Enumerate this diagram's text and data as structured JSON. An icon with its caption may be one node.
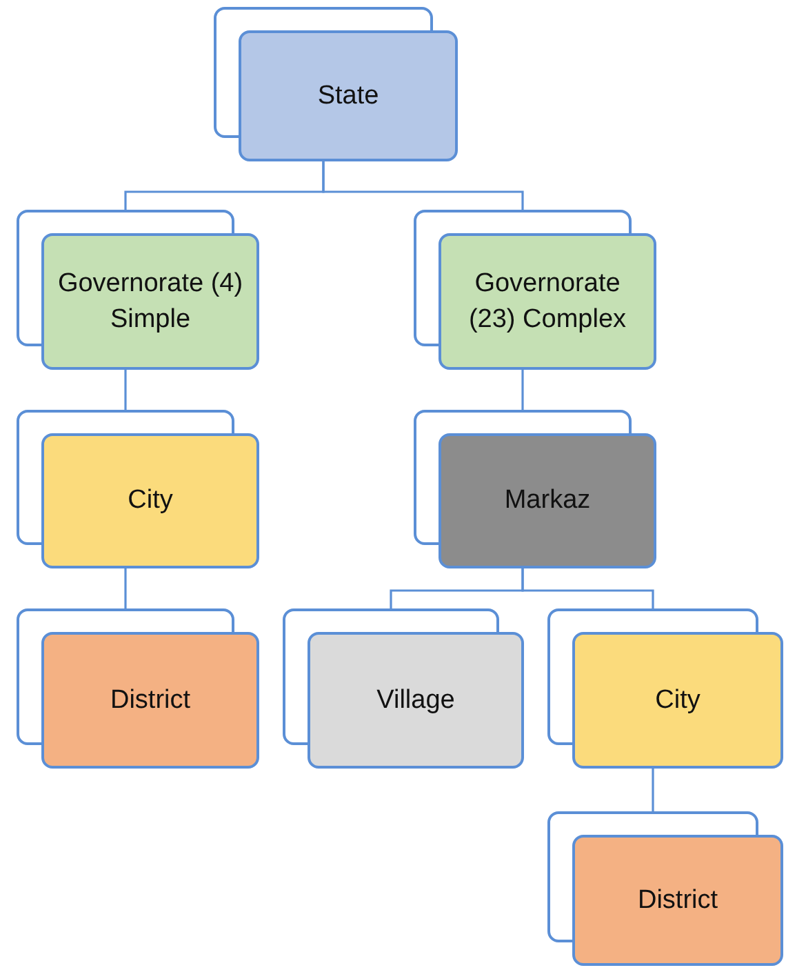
{
  "diagram": {
    "nodes": [
      {
        "text": [
          "State"
        ]
      },
      {
        "text": [
          "Governorate (4) Simple"
        ]
      },
      {
        "text": [
          "Governorate (23) Complex"
        ]
      },
      {
        "text": [
          "City"
        ]
      },
      {
        "text": [
          "Markaz"
        ]
      },
      {
        "text": [
          "District"
        ]
      },
      {
        "text": [
          "Village"
        ]
      },
      {
        "text": [
          "City"
        ]
      },
      {
        "text": [
          "District"
        ]
      }
    ],
    "edges": [
      {
        "from": 0,
        "to": 1,
        "arrow": "none"
      },
      {
        "from": 0,
        "to": 2,
        "arrow": "none"
      },
      {
        "from": 1,
        "to": 3,
        "arrow": "none"
      },
      {
        "from": 2,
        "to": 4,
        "arrow": "none"
      },
      {
        "from": 3,
        "to": 5,
        "arrow": "none"
      },
      {
        "from": 4,
        "to": 6,
        "arrow": "none"
      },
      {
        "from": 4,
        "to": 7,
        "arrow": "none"
      },
      {
        "from": 7,
        "to": 8,
        "arrow": "none"
      }
    ]
  }
}
